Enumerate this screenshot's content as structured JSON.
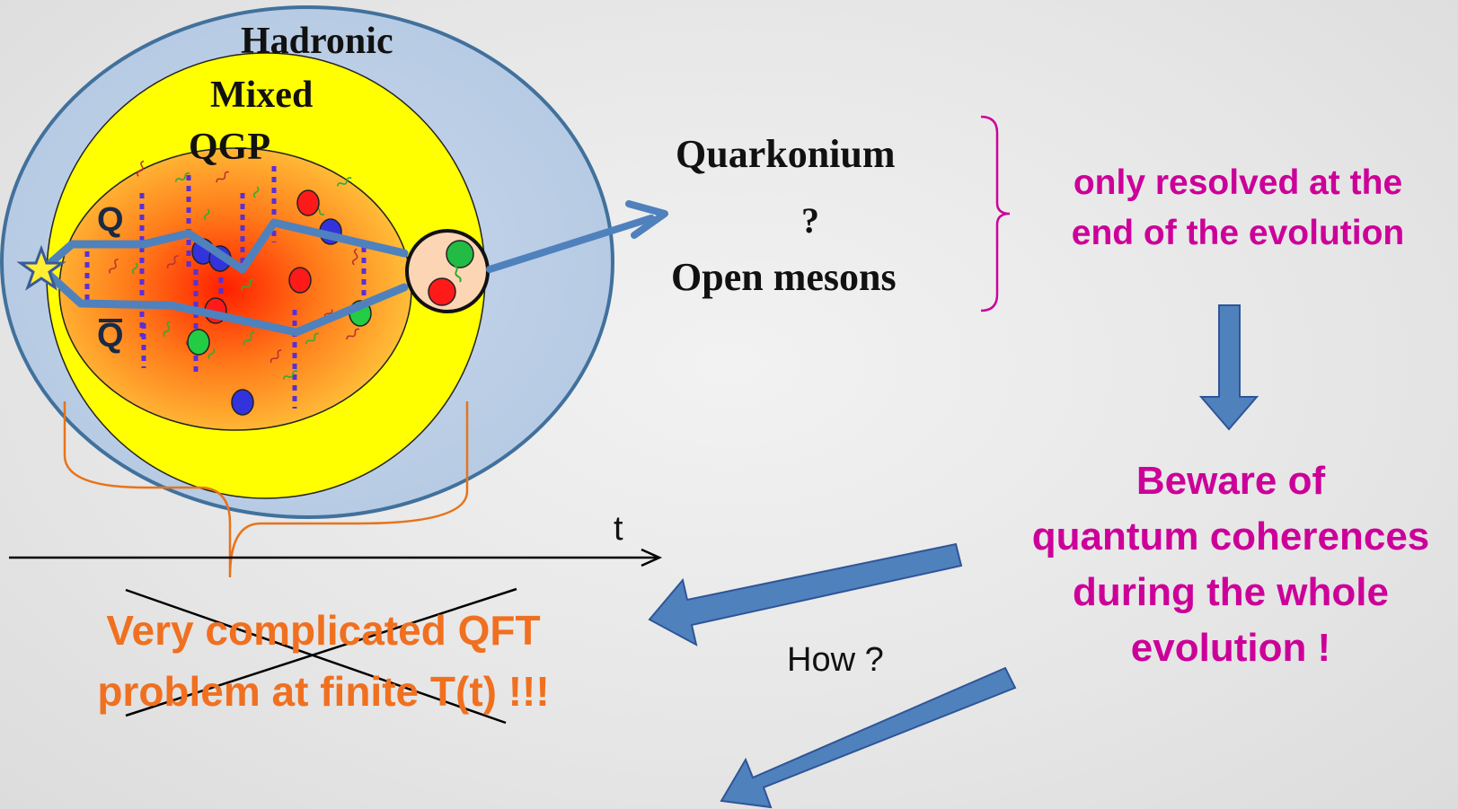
{
  "regions": {
    "hadronic": "Hadronic",
    "mixed": "Mixed",
    "qgp": "QGP"
  },
  "quarks": {
    "q": "Q",
    "qbar": "Q"
  },
  "outcomes": {
    "quarkonium": "Quarkonium",
    "question": "?",
    "open_mesons": "Open mesons"
  },
  "notes": {
    "resolved_line1": "only resolved at the",
    "resolved_line2": "end of the evolution",
    "beware_line1": "Beware of",
    "beware_line2": "quantum coherences",
    "beware_line3": "during the whole",
    "beware_line4": "evolution !",
    "how": "How ?",
    "qft_line1": "Very complicated QFT",
    "qft_line2": "problem at finite T(t) !!!"
  },
  "axis": {
    "time_label": "t"
  },
  "colors": {
    "hadronic": "#b8cce4",
    "mixed": "#ffff00",
    "qgp_core": "#ff2a00",
    "qgp_edge": "#ffcc33",
    "trajectory": "#4f81bd",
    "magenta": "#cc0099",
    "orange": "#f07020",
    "gluon_line": "#5b2fd6"
  }
}
